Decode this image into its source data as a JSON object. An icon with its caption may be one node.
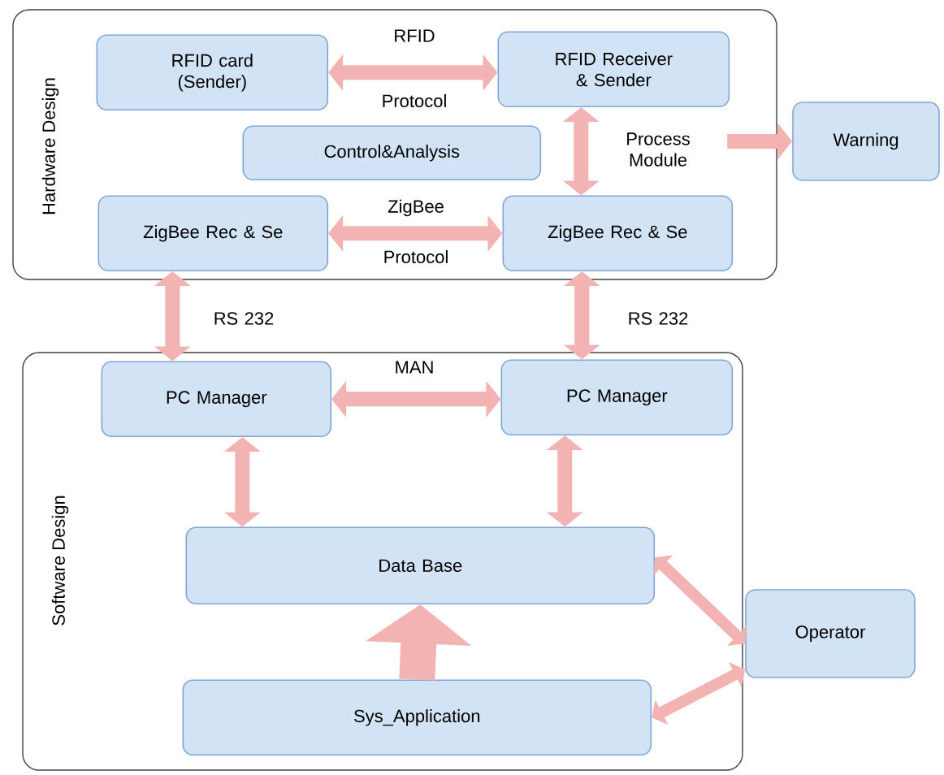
{
  "diagram": {
    "nodes": [
      {
        "text": [
          "Hardware Design"
        ]
      },
      {
        "text": [
          "RFID card (Sender)"
        ],
        "in": 0
      },
      {
        "text": [
          "RFID Receiver & Sender"
        ],
        "in": 0
      },
      {
        "text": [
          "Control&Analysis"
        ],
        "in": 0
      },
      {
        "text": [
          "ZigBee Rec & Se"
        ],
        "in": 0
      },
      {
        "text": [
          "ZigBee Rec & Se"
        ],
        "in": 0
      },
      {
        "text": [
          "Warning"
        ]
      },
      {
        "text": [
          "Software Design"
        ]
      },
      {
        "text": [
          "PC Manager"
        ],
        "in": 7
      },
      {
        "text": [
          "PC Manager"
        ],
        "in": 7
      },
      {
        "text": [
          "Data Base"
        ],
        "in": 7
      },
      {
        "text": [
          "Sys_Application"
        ],
        "in": 7
      },
      {
        "text": [
          "Operator"
        ]
      }
    ],
    "edges": [
      {
        "from": 1,
        "to": 2,
        "arrow": "both",
        "label": "RFID"
      },
      {
        "from": 2,
        "to": 5,
        "arrow": "both",
        "label": "Process Module"
      },
      {
        "from": null,
        "to": 6,
        "arrow": "to"
      },
      {
        "from": 4,
        "to": 5,
        "arrow": "both",
        "label": "ZigBee"
      },
      {
        "from": 4,
        "to": 8,
        "arrow": "both",
        "label": "RS 232"
      },
      {
        "from": 5,
        "to": 9,
        "arrow": "both",
        "label": "RS 232"
      },
      {
        "from": 8,
        "to": 9,
        "arrow": "both",
        "label": "MAN"
      },
      {
        "from": 8,
        "to": 10,
        "arrow": "both"
      },
      {
        "from": 9,
        "to": 10,
        "arrow": "both"
      },
      {
        "from": 11,
        "to": 10,
        "arrow": "to",
        "style": "thick"
      },
      {
        "from": 10,
        "to": 12,
        "arrow": "both"
      },
      {
        "from": 11,
        "to": 12,
        "arrow": "both"
      }
    ],
    "labels": [
      "Protocol",
      "Protocol"
    ]
  }
}
